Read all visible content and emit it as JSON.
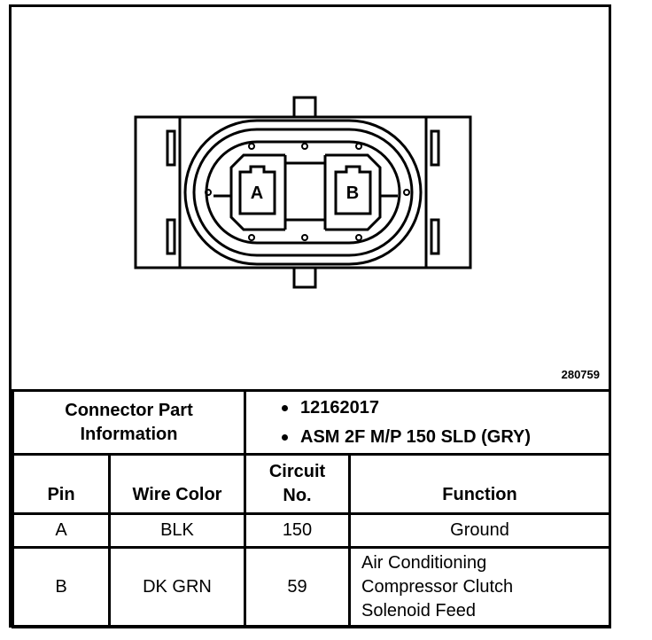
{
  "figure_number": "280759",
  "connector": {
    "pin_a_label": "A",
    "pin_b_label": "B"
  },
  "table": {
    "part_info_label_line1": "Connector Part",
    "part_info_label_line2": "Information",
    "part_numbers": [
      "12162017",
      "ASM 2F M/P 150 SLD (GRY)"
    ],
    "headers": {
      "pin": "Pin",
      "wire_color": "Wire Color",
      "circuit_line1": "Circuit",
      "circuit_line2": "No.",
      "function": "Function"
    },
    "rows": [
      {
        "pin": "A",
        "wire_color": "BLK",
        "circuit": "150",
        "function_lines": [
          "Ground"
        ]
      },
      {
        "pin": "B",
        "wire_color": "DK GRN",
        "circuit": "59",
        "function_lines": [
          "Air Conditioning",
          "Compressor Clutch",
          "Solenoid Feed"
        ]
      }
    ]
  }
}
